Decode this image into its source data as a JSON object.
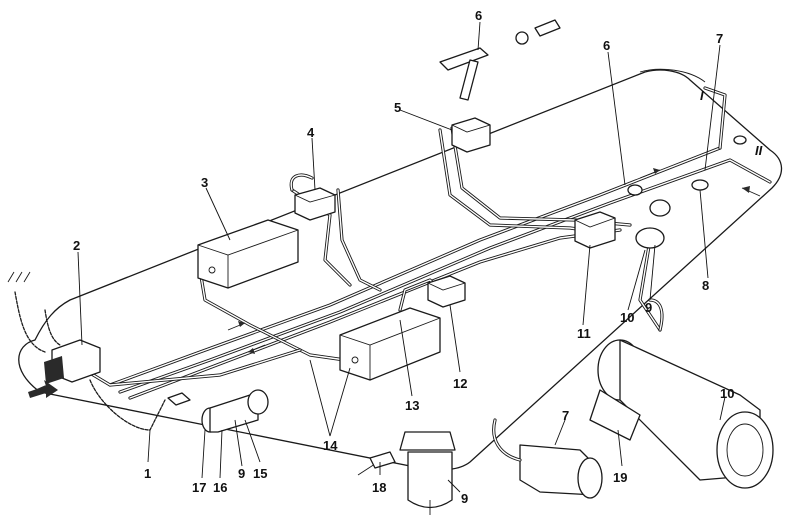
{
  "labels": {
    "n1": "1",
    "n2": "2",
    "n3": "3",
    "n4": "4",
    "n5": "5",
    "n6a": "6",
    "n6b": "6",
    "n7a": "7",
    "n7b": "7",
    "n8": "8",
    "n9a": "9",
    "n9b": "9",
    "n9c": "9",
    "n10a": "10",
    "n10b": "10",
    "n11": "11",
    "n12": "12",
    "n13": "13",
    "n14": "14",
    "n15": "15",
    "n16": "16",
    "n17": "17",
    "n18": "18",
    "n19": "19",
    "roman1": "I",
    "roman2": "II"
  }
}
